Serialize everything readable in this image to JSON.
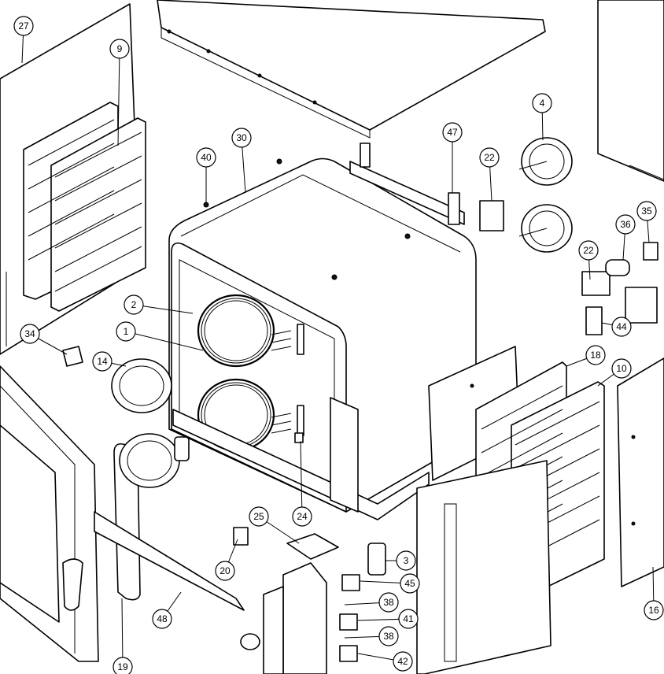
{
  "callouts": [
    "27",
    "9",
    "30",
    "40",
    "47",
    "4",
    "22",
    "35",
    "36",
    "22",
    "2",
    "1",
    "34",
    "14",
    "44",
    "18",
    "10",
    "25",
    "3",
    "24",
    "20",
    "45",
    "38",
    "41",
    "38",
    "48",
    "42",
    "16",
    "19"
  ]
}
